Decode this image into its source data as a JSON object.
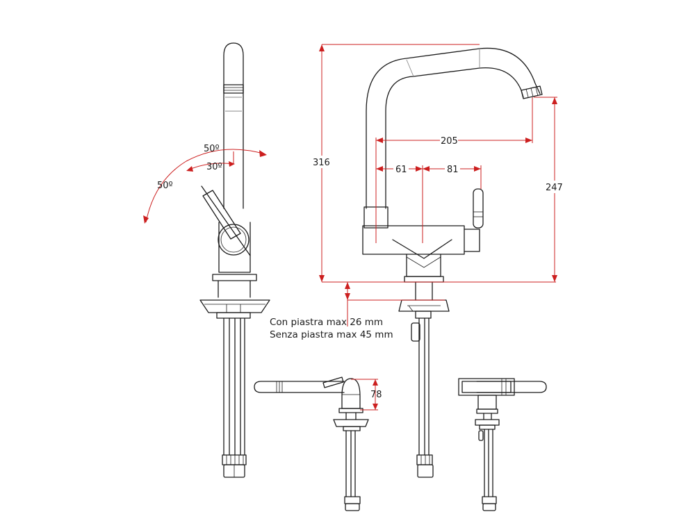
{
  "dimensions": {
    "height_total": "316",
    "reach": "205",
    "left_offset": "61",
    "right_offset": "81",
    "spout_height": "247",
    "body_height": "78",
    "angle_left": "50º",
    "angle_top": "50º",
    "angle_inner": "30º"
  },
  "notes": {
    "line1": "Con piastra max 26 mm",
    "line2": "Senza piastra max 45 mm"
  },
  "colors": {
    "outline": "#1a1a1a",
    "dimension": "#cc1f1f"
  }
}
